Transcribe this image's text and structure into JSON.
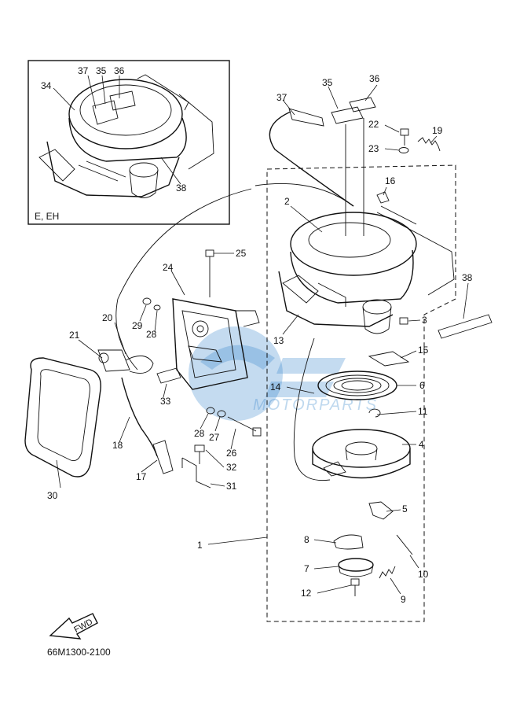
{
  "inset": {
    "variant_label": "E, EH",
    "callouts": [
      "34",
      "37",
      "35",
      "36",
      "38"
    ]
  },
  "callouts": {
    "c1": "1",
    "c2": "2",
    "c3": "3",
    "c4": "4",
    "c5": "5",
    "c6": "6",
    "c7": "7",
    "c8": "8",
    "c9": "9",
    "c10": "10",
    "c11": "11",
    "c12": "12",
    "c13": "13",
    "c14": "14",
    "c15": "15",
    "c16": "16",
    "c17": "17",
    "c18": "18",
    "c19": "19",
    "c20": "20",
    "c21": "21",
    "c22": "22",
    "c23": "23",
    "c24": "24",
    "c25": "25",
    "c26": "26",
    "c27": "27",
    "c28a": "28",
    "c28b": "28",
    "c29": "29",
    "c30": "30",
    "c31": "31",
    "c32": "32",
    "c33": "33",
    "c35": "35",
    "c36": "36",
    "c37": "37",
    "c38": "38"
  },
  "direction_arrow": "FWD",
  "diagram_code": "66M1300-2100",
  "watermark": {
    "text": "MOTORPARTS",
    "color": "#2a7fc9"
  }
}
